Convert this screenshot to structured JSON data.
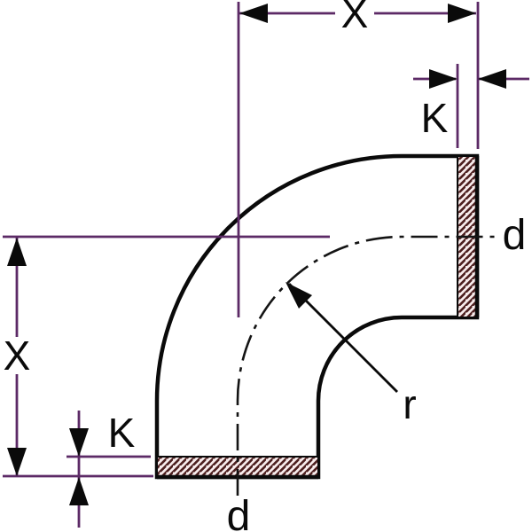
{
  "diagram": {
    "description": "Dimension drawing of a 90 degree pipe elbow bend fitting with two socket ends",
    "labels": {
      "dim_x_top": "X",
      "dim_x_left": "X",
      "dim_k_top": "K",
      "dim_k_bottom": "K",
      "dia_d_right": "d",
      "dia_d_bottom": "d",
      "radius_r": "r"
    },
    "colors": {
      "dimension": "#5c2a66",
      "outline": "#0a0a0a",
      "centerline": "#141414",
      "hatch_line": "#4d1f1f",
      "hatch_bg": "#f7ecec",
      "background": "#ffffff"
    }
  }
}
